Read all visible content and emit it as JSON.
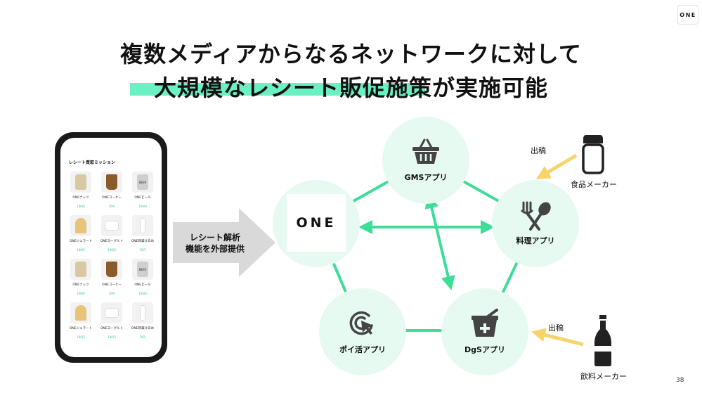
{
  "logo": {
    "text": "ONE"
  },
  "title": {
    "line1": "複数メディアからなるネットワークに対して",
    "line2": "大規模なレシート販促施策が実施可能"
  },
  "phone": {
    "screen_title": "レシート買取ミッション",
    "items": [
      {
        "name": "ONEナッツ",
        "points": "100円"
      },
      {
        "name": "ONEコーヒー",
        "points": "70円"
      },
      {
        "name": "ONEビール",
        "points": "100円"
      },
      {
        "name": "ONEジェラート",
        "points": "100円"
      },
      {
        "name": "ONEヨーグルト",
        "points": "100円"
      },
      {
        "name": "ONE目薬けあめ",
        "points": "70円"
      },
      {
        "name": "ONEナッツ",
        "points": "100円"
      },
      {
        "name": "ONEコーヒー",
        "points": "70円"
      },
      {
        "name": "ONEビール",
        "points": "100円"
      },
      {
        "name": "ONEジェラート",
        "points": "100円"
      },
      {
        "name": "ONEヨーグルト",
        "points": "100円"
      },
      {
        "name": "ONE目薬けあめ",
        "points": "70円"
      }
    ],
    "beer_label": "BEER"
  },
  "arrow_label": {
    "line1": "レシート解析",
    "line2": "機能を外部提供"
  },
  "network": {
    "center": "ONE",
    "gms": "GMSアプリ",
    "cooking": "料理アプリ",
    "drugstore": "DgSアプリ",
    "poikatsu": "ポイ活アプリ"
  },
  "advertisers": {
    "food_label": "食品メーカー",
    "food_action": "出稿",
    "drink_label": "飲料メーカー",
    "drink_action": "出稿"
  },
  "page_number": "38",
  "colors": {
    "accent": "#3ddc97",
    "circle_bg": "#e6faf2",
    "highlight": "#6af0c2",
    "arrow_yellow": "#f7d36b",
    "icon_gray": "#444444"
  }
}
